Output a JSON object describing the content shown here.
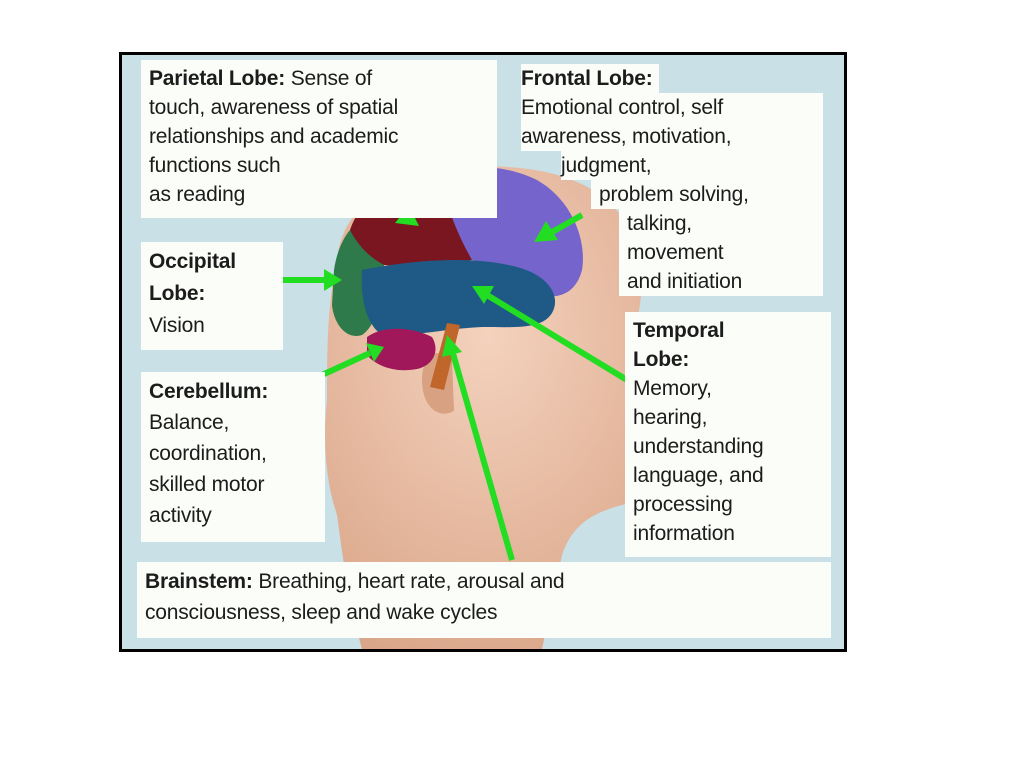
{
  "labels": {
    "parietal": {
      "title": "Parietal Lobe:",
      "first_line_rest": " Sense of",
      "lines": [
        "touch, awareness of spatial",
        "relationships and academic",
        "functions such",
        "as reading"
      ]
    },
    "frontal": {
      "title": "Frontal Lobe:",
      "lines": [
        "Emotional control, self",
        "awareness, motivation,",
        "judgment,",
        "problem solving,",
        "talking,",
        "movement",
        "and initiation"
      ]
    },
    "occipital": {
      "title_lines": [
        "Occipital",
        "Lobe:"
      ],
      "lines": [
        "Vision"
      ]
    },
    "temporal": {
      "title_lines": [
        "Temporal",
        "Lobe:"
      ],
      "lines": [
        "Memory,",
        "hearing,",
        "understanding",
        "language, and",
        "processing",
        "information"
      ]
    },
    "cerebellum": {
      "title": "Cerebellum:",
      "lines": [
        "Balance,",
        "coordination,",
        "skilled motor",
        "activity"
      ]
    },
    "brainstem": {
      "title": "Brainstem:",
      "first_line_rest": " Breathing, heart rate, arousal and",
      "lines": [
        "consciousness, sleep and wake cycles"
      ]
    }
  },
  "colors": {
    "background": "#c9e0e6",
    "skin": "#e9bfa5",
    "parietal": "#7a1620",
    "frontal": "#7464cc",
    "occipital": "#2f7a4a",
    "temporal": "#1f5a86",
    "cerebellum": "#a0185a",
    "brainstem": "#c0662a",
    "arrow": "#22dd22"
  }
}
